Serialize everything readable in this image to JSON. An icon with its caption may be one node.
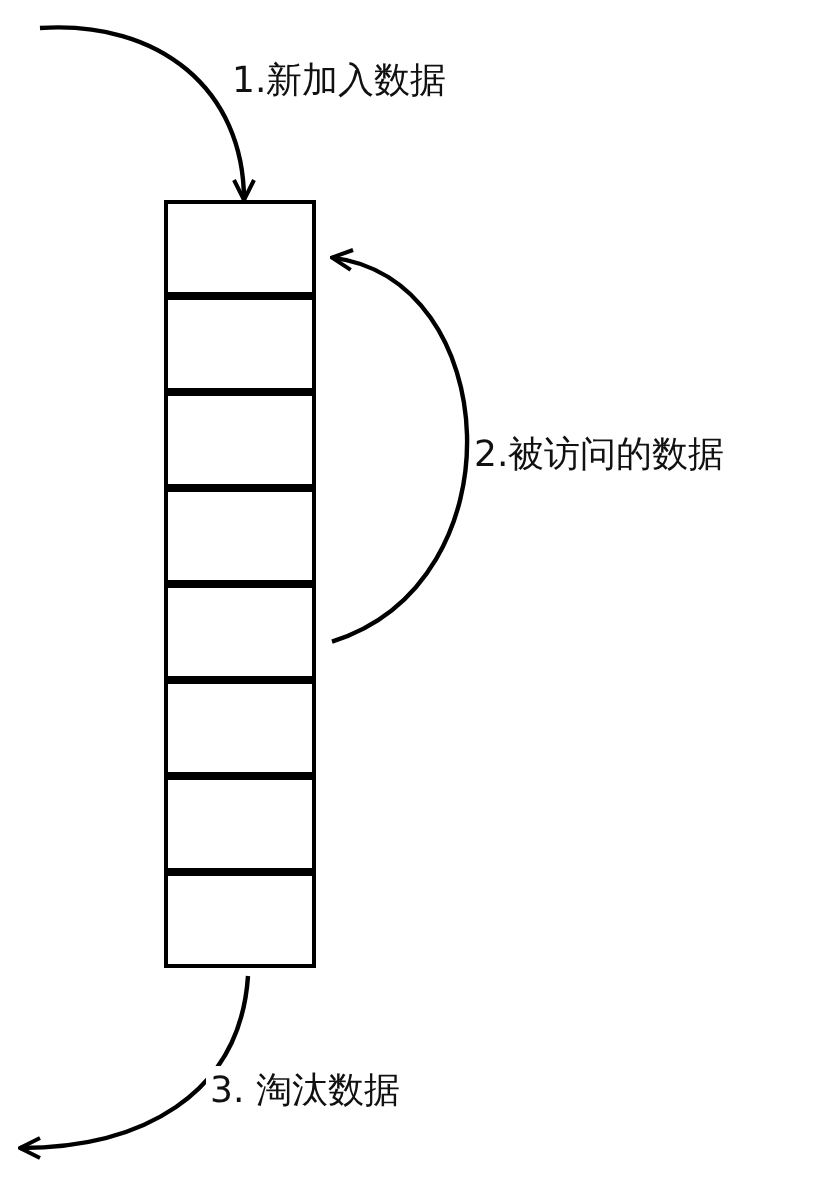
{
  "diagram": {
    "nodes": [
      {
        "text": [],
        "shape": "box"
      },
      {
        "text": [],
        "shape": "box"
      },
      {
        "text": [],
        "shape": "box"
      },
      {
        "text": [],
        "shape": "box"
      },
      {
        "text": [],
        "shape": "box"
      },
      {
        "text": [],
        "shape": "box"
      },
      {
        "text": [],
        "shape": "box"
      },
      {
        "text": [],
        "shape": "box"
      }
    ],
    "edges": [
      {
        "from": null,
        "to": 0,
        "arrow": "to",
        "label": "1.新加入数据"
      },
      {
        "from": 4,
        "to": 0,
        "arrow": "to",
        "label": "2.被访问的数据"
      },
      {
        "from": 7,
        "to": null,
        "arrow": "to",
        "label": "3. 淘汰数据"
      }
    ]
  }
}
